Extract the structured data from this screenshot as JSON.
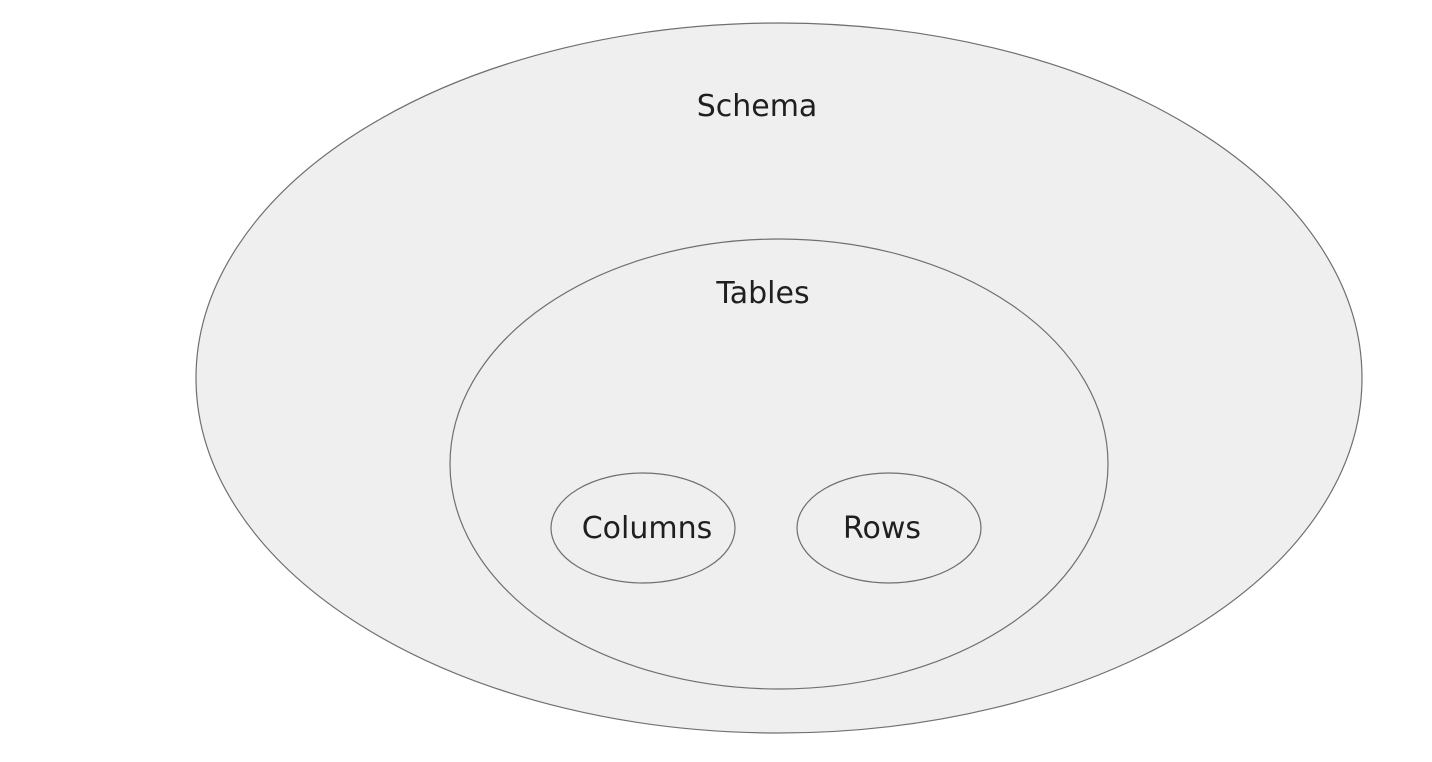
{
  "diagram": {
    "nodes": {
      "schema": {
        "label": "Schema",
        "contains": [
          "tables"
        ]
      },
      "tables": {
        "label": "Tables",
        "contains": [
          "columns",
          "rows"
        ]
      },
      "columns": {
        "label": "Columns"
      },
      "rows": {
        "label": "Rows"
      }
    },
    "colors": {
      "fill": "#efefef",
      "stroke": "#6f6f6f",
      "text": "#1f1f1f"
    }
  }
}
